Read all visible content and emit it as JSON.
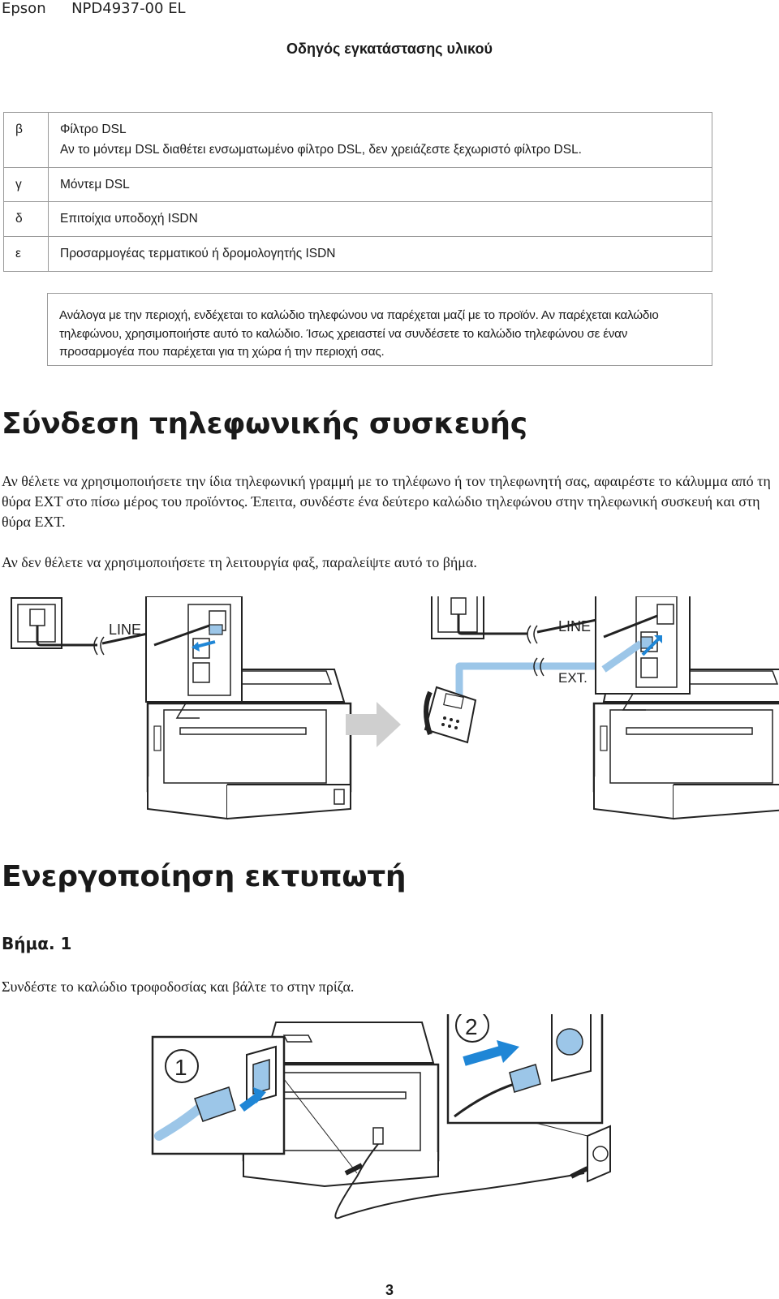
{
  "header": {
    "brand": "Epson",
    "doc_code": "NPD4937-00 EL"
  },
  "doc_title": "Οδηγός εγκατάστασης υλικού",
  "definitions": [
    {
      "key": "β",
      "lines": [
        "Φίλτρο DSL",
        "Αν το μόντεμ DSL διαθέτει ενσωματωμένο φίλτρο DSL, δεν χρειάζεστε ξεχωριστό φίλτρο DSL."
      ]
    },
    {
      "key": "γ",
      "lines": [
        "Μόντεμ DSL"
      ]
    },
    {
      "key": "δ",
      "lines": [
        "Επιτοίχια υποδοχή ISDN"
      ]
    },
    {
      "key": "ε",
      "lines": [
        "Προσαρμογέας τερματικού ή δρομολογητής ISDN"
      ]
    }
  ],
  "note": "Ανάλογα με την περιοχή, ενδέχεται το καλώδιο τηλεφώνου να παρέχεται μαζί με το προϊόν. Αν παρέχεται καλώδιο τηλεφώνου, χρησιμοποιήστε αυτό το καλώδιο. Ίσως χρειαστεί να συνδέσετε το καλώδιο τηλεφώνου σε έναν προσαρμογέα που παρέχεται για τη χώρα ή την περιοχή σας.",
  "section1": {
    "title": "Σύνδεση τηλεφωνικής συσκευής",
    "para1": "Αν θέλετε να χρησιμοποιήσετε την ίδια τηλεφωνική γραμμή με το τηλέφωνο ή τον τηλεφωνητή σας, αφαιρέστε το κάλυμμα από τη θύρα EXT στο πίσω μέρος του προϊόντος. Έπειτα, συνδέστε ένα δεύτερο καλώδιο τηλεφώνου στην τηλεφωνική συσκευή και στη θύρα EXT.",
    "para2": "Αν δεν θέλετε να χρησιμοποιήσετε τη λειτουργία φαξ, παραλείψτε αυτό το βήμα."
  },
  "figure1": {
    "label_line_left": "LINE",
    "label_line_right": "LINE",
    "label_ext": "EXT."
  },
  "section2": {
    "title": "Ενεργοποίηση εκτυπωτή",
    "step": "Βήμα. 1",
    "para": "Συνδέστε το καλώδιο τροφοδοσίας και βάλτε το στην πρίζα."
  },
  "figure2": {
    "callout_1": "1",
    "callout_2": "2"
  },
  "colors": {
    "cable_blue": "#9cc6e8",
    "arrow_blue": "#1f86d6",
    "line_gray": "#2b2b2b",
    "box_border": "#9a9a9a"
  },
  "page_number": "3"
}
